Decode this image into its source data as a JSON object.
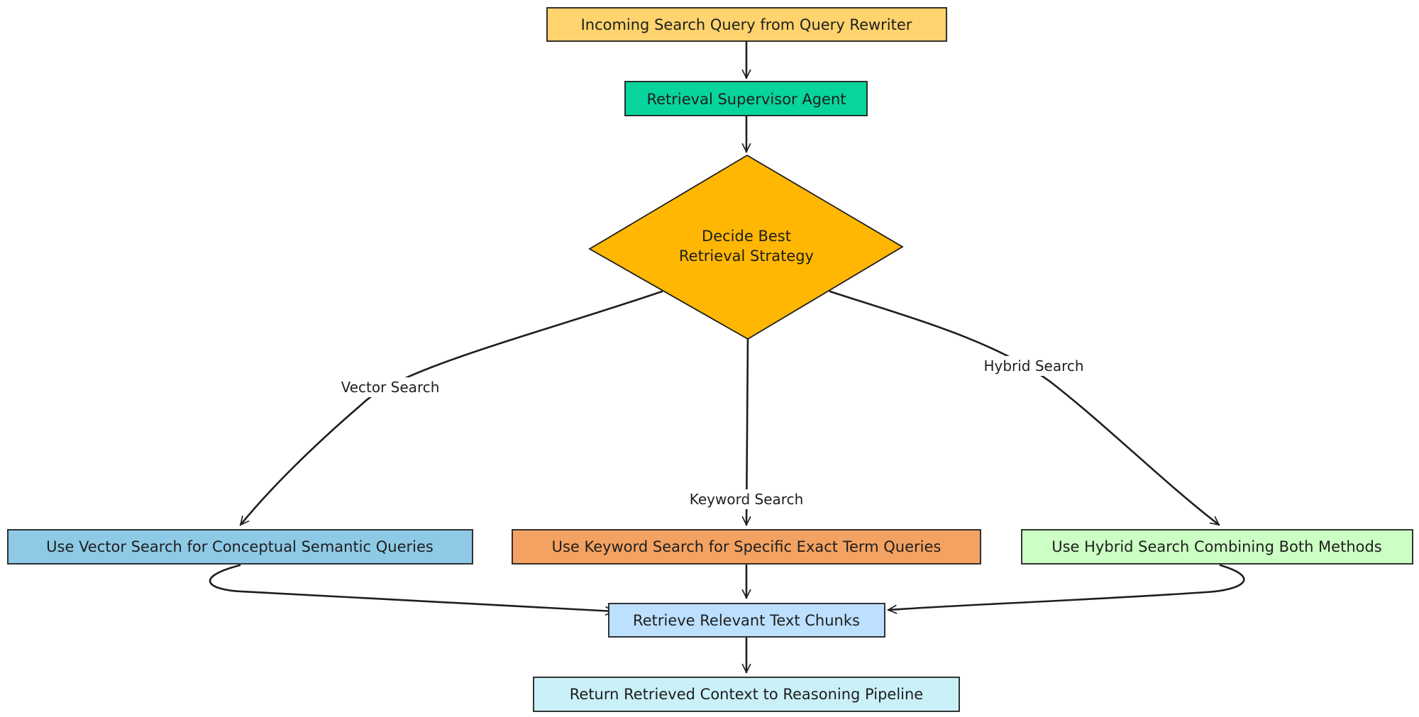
{
  "nodes": {
    "incoming": {
      "label": "Incoming Search Query from Query Rewriter",
      "color": "#ffd36e"
    },
    "supervisor": {
      "label": "Retrieval Supervisor Agent",
      "color": "#08d49d"
    },
    "decision": {
      "label_line1": "Decide Best",
      "label_line2": "Retrieval Strategy",
      "color": "#ffb703"
    },
    "vector": {
      "label": "Use Vector Search for Conceptual Semantic Queries",
      "color": "#8ecae6"
    },
    "keyword": {
      "label": "Use Keyword Search for Specific Exact Term Queries",
      "color": "#f4a261"
    },
    "hybrid": {
      "label": "Use Hybrid Search Combining Both Methods",
      "color": "#ccffc4"
    },
    "retrieve": {
      "label": "Retrieve Relevant Text Chunks",
      "color": "#bde0fe"
    },
    "return": {
      "label": "Return Retrieved Context to Reasoning Pipeline",
      "color": "#caf0f8"
    }
  },
  "edges": {
    "vector_label": "Vector Search",
    "keyword_label": "Keyword Search",
    "hybrid_label": "Hybrid Search"
  }
}
